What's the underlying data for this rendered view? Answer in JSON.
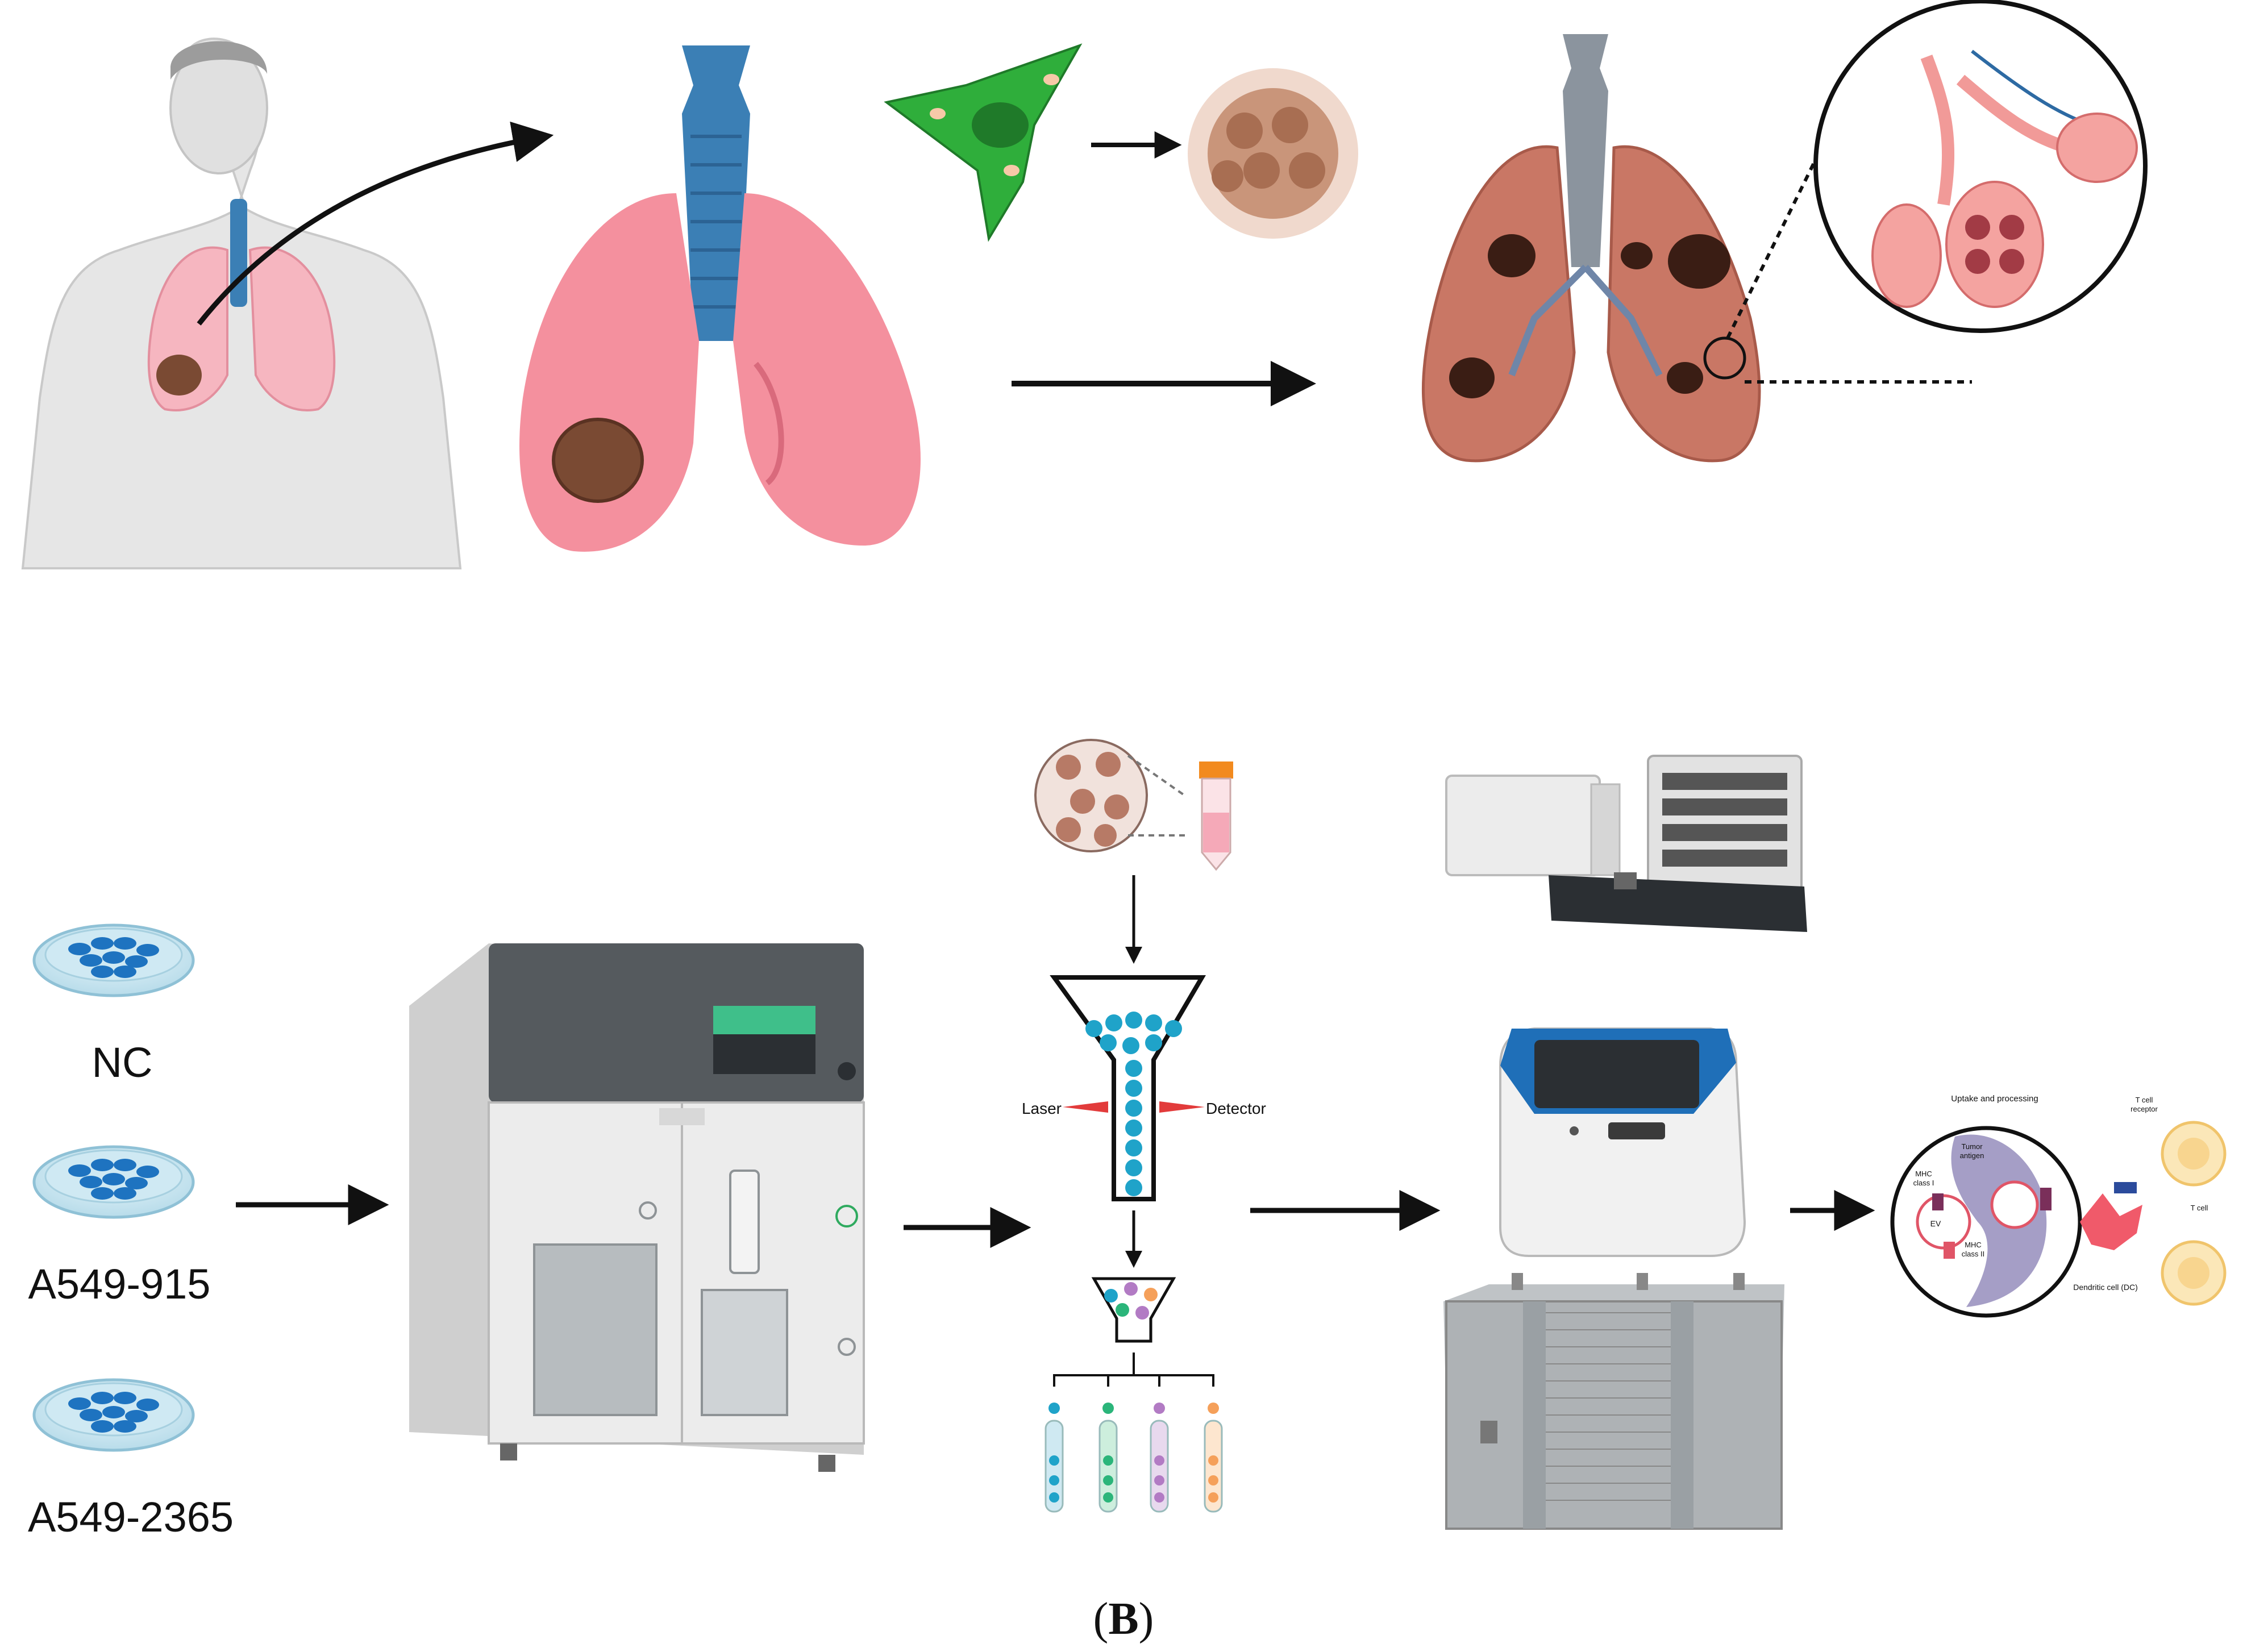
{
  "panel_b": {
    "caption_label": "B",
    "caption_open": "(",
    "caption_close": ")"
  },
  "cell_lines": [
    {
      "label": "NC"
    },
    {
      "label": "A549-915"
    },
    {
      "label": "A549-2365"
    }
  ],
  "flow": {
    "laser_label": "Laser",
    "detector_label": "Detector"
  },
  "immune": {
    "uptake_label": "Uptake and processing",
    "tumor_antigen_label_1": "Tumor",
    "tumor_antigen_label_2": "antigen",
    "mhc1_label_1": "MHC",
    "mhc1_label_2": "class I",
    "ev_label": "EV",
    "mhc2_label_1": "MHC",
    "mhc2_label_2": "class II",
    "tcr_label_1": "T cell",
    "tcr_label_2": "receptor",
    "tcell_label": "T cell",
    "dc_label": "Dendritic cell (DC)"
  },
  "colors": {
    "lung_pink": "#f4909e",
    "trachea_blue": "#3b7fb5",
    "tumor_brown": "#7a4a33",
    "petri_cell_blue": "#1e73c0",
    "arrow_black": "#111111",
    "instrument_grey": "#dcdcdc",
    "display_green": "#3fbf8a"
  }
}
